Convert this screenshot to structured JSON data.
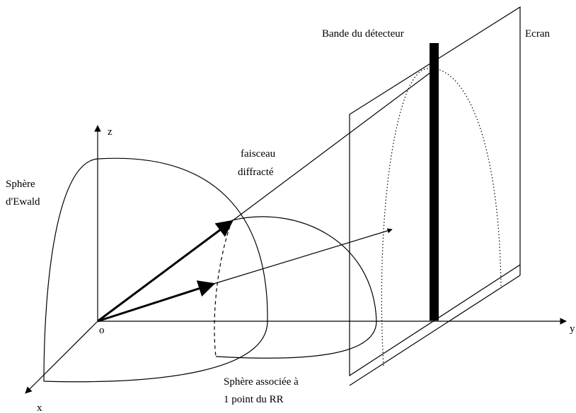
{
  "labels": {
    "band": "Bande du détecteur",
    "screen": "Ecran",
    "z_axis": "z",
    "y_axis": "y",
    "x_axis": "x",
    "origin": "o",
    "beam_line1": "faisceau",
    "beam_line2": "diffracté",
    "ewald_line1": "Sphère",
    "ewald_line2": "d'Ewald",
    "assoc_line1": "Sphère associée à",
    "assoc_line2": "1 point du RR"
  },
  "colors": {
    "ink": "#000000",
    "background": "#ffffff"
  }
}
